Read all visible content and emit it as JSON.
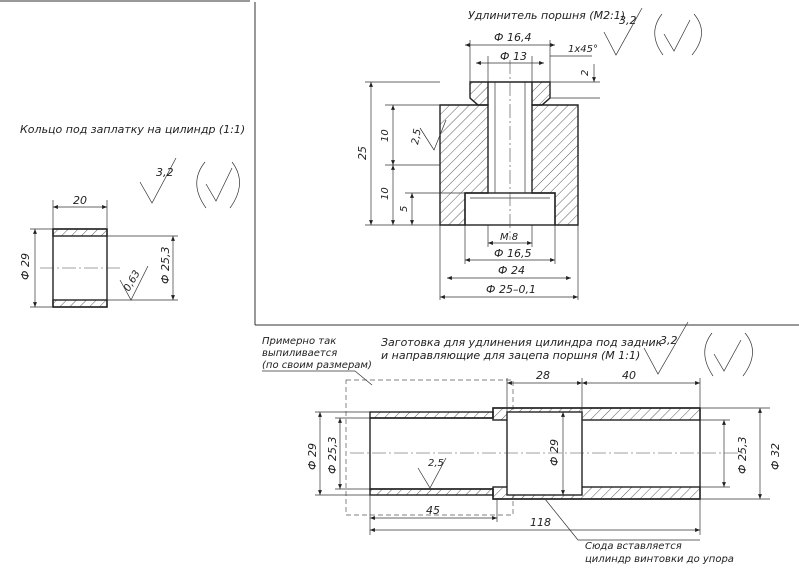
{
  "drawings": {
    "ring": {
      "title": "Кольцо под заплатку  на цилиндр (1:1)",
      "roughness": "3,2",
      "dims": {
        "length": "20",
        "outer_dia": "Ф 29",
        "inner_dia": "Ф 25,3",
        "roughness_inner": "0,63"
      }
    },
    "piston_extension": {
      "title": "Удлинитель поршня (М2:1)",
      "roughness": "3,2",
      "dims": {
        "d164": "Ф 16,4",
        "d13": "Ф 13",
        "chamfer": "1х45°",
        "two": "2",
        "h25": "25",
        "h10a": "10",
        "h10b": "10",
        "h5": "5",
        "r25": "2,5",
        "m8": "М 8",
        "d165": "Ф 16,5",
        "d24": "Ф 24",
        "d25": "Ф 25–0,1"
      }
    },
    "blank": {
      "title_line1": "Заготовка для удлинения цилиндра под задник",
      "title_line2": "и направляющие для зацепа поршня (М 1:1)",
      "roughness": "3,2",
      "note_left": [
        "Примерно так",
        "выпиливается",
        "(по своим размерам)"
      ],
      "note_bottom": [
        "Сюда вставляется",
        "цилиндр винтовки до упора"
      ],
      "dims": {
        "d29": "Ф 29",
        "d253": "Ф 25,3",
        "d29_mid": "Ф 29",
        "d253_right": "Ф 25,3",
        "d32": "Ф 32",
        "l28": "28",
        "l40": "40",
        "l45": "45",
        "l118": "118",
        "r25": "2,5"
      }
    }
  }
}
